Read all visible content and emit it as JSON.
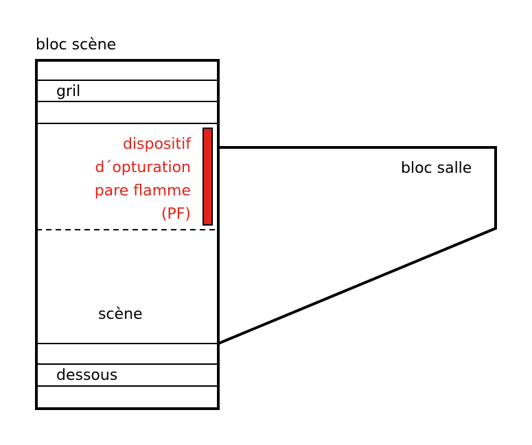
{
  "labels": {
    "bloc_scene": "bloc scène",
    "gril": "gril",
    "dispositif_lines": [
      "dispositif",
      "d´opturation",
      "pare flamme",
      "(PF)"
    ],
    "bloc_salle": "bloc salle",
    "scene": "scène",
    "dessous": "dessous"
  },
  "colors": {
    "stroke": "#000000",
    "accent": "#e2231a"
  }
}
